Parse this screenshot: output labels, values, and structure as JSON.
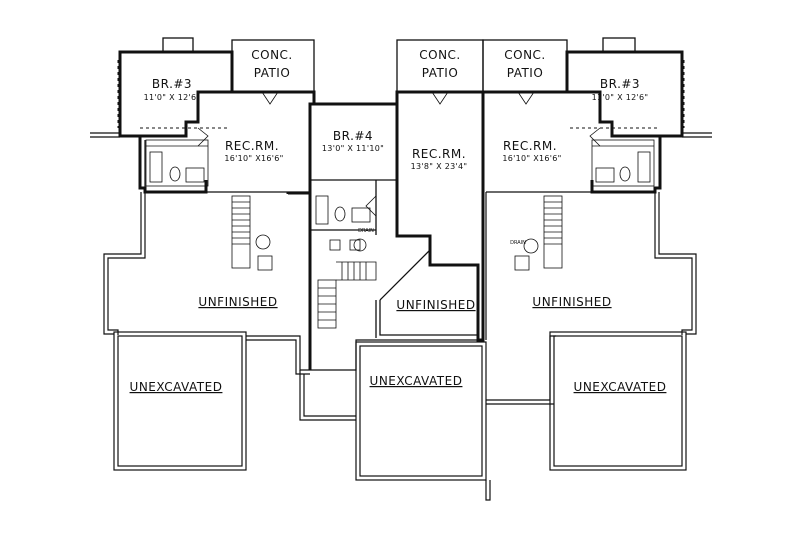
{
  "rooms": {
    "br3_left": {
      "name": "BR.#3",
      "dims": "11'0\" X 12'6\""
    },
    "br3_right": {
      "name": "BR.#3",
      "dims": "11'0\" X 12'6\""
    },
    "br4": {
      "name": "BR.#4",
      "dims": "13'0\" X 11'10\""
    },
    "patio_left": {
      "line1": "CONC.",
      "line2": "PATIO"
    },
    "patio_center": {
      "line1": "CONC.",
      "line2": "PATIO"
    },
    "patio_right": {
      "line1": "CONC.",
      "line2": "PATIO"
    },
    "rec_left": {
      "name": "REC.RM.",
      "dims": "16'10\" X16'6\""
    },
    "rec_center": {
      "name": "REC.RM.",
      "dims": "13'8\" X 23'4\""
    },
    "rec_right": {
      "name": "REC.RM.",
      "dims": "16'10\" X16'6\""
    },
    "unfinished_left": {
      "name": "UNFINISHED"
    },
    "unfinished_center": {
      "name": "UNFINISHED"
    },
    "unfinished_right": {
      "name": "UNFINISHED"
    },
    "unexcavated_left": {
      "name": "UNEXCAVATED"
    },
    "unexcavated_center": {
      "name": "UNEXCAVATED"
    },
    "unexcavated_right": {
      "name": "UNEXCAVATED"
    }
  },
  "fixtures": {
    "drain_center": "DRAIN",
    "drain_right": "DRAIN"
  }
}
